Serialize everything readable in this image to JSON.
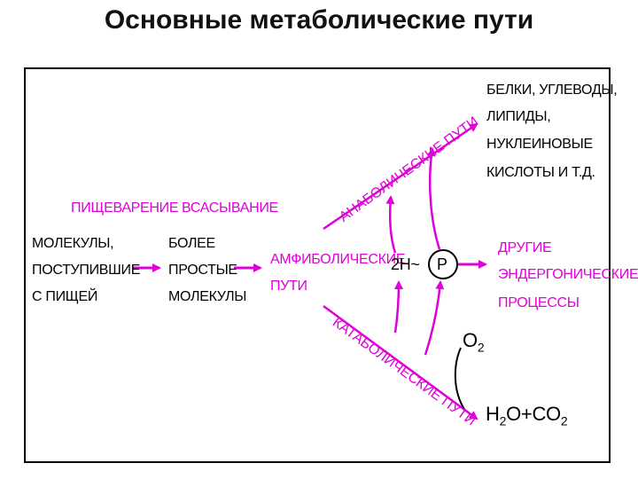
{
  "title": "Основные метаболические пути",
  "colors": {
    "accent": "#e000d8",
    "text": "#000000"
  },
  "nodes": {
    "molecules_in": [
      "МОЛЕКУЛЫ,",
      "ПОСТУПИВШИЕ",
      "С ПИЩЕЙ"
    ],
    "simpler": [
      "БОЛЕЕ",
      "ПРОСТЫЕ",
      "МОЛЕКУЛЫ"
    ],
    "amphibolic": [
      "АМФИБОЛИЧЕСКИЕ",
      "ПУТИ"
    ],
    "products": [
      "БЕЛКИ, УГЛЕВОДЫ,",
      "ЛИПИДЫ,",
      "НУКЛЕИНОВЫЕ",
      "КИСЛОТЫ И Т.Д."
    ],
    "other": [
      "ДРУГИЕ",
      "ЭНДЕРГОНИЧЕСКИЕ",
      "ПРОЦЕССЫ"
    ],
    "energy": "2H~",
    "phosphate": "P"
  },
  "labels": {
    "digestion": "ПИЩЕВАРЕНИЕ",
    "absorption": "ВСАСЫВАНИЕ",
    "anabolic": "АНАБОЛИЧЕСКИЕ ПУТИ",
    "catabolic": "КАТАБОЛИЧЕСКИЕ ПУТИ"
  },
  "chemistry": {
    "o2": {
      "main": "O",
      "sub": "2"
    },
    "water_co2": {
      "a": "H",
      "a_sub": "2",
      "b": "O+CO",
      "b_sub": "2"
    }
  }
}
